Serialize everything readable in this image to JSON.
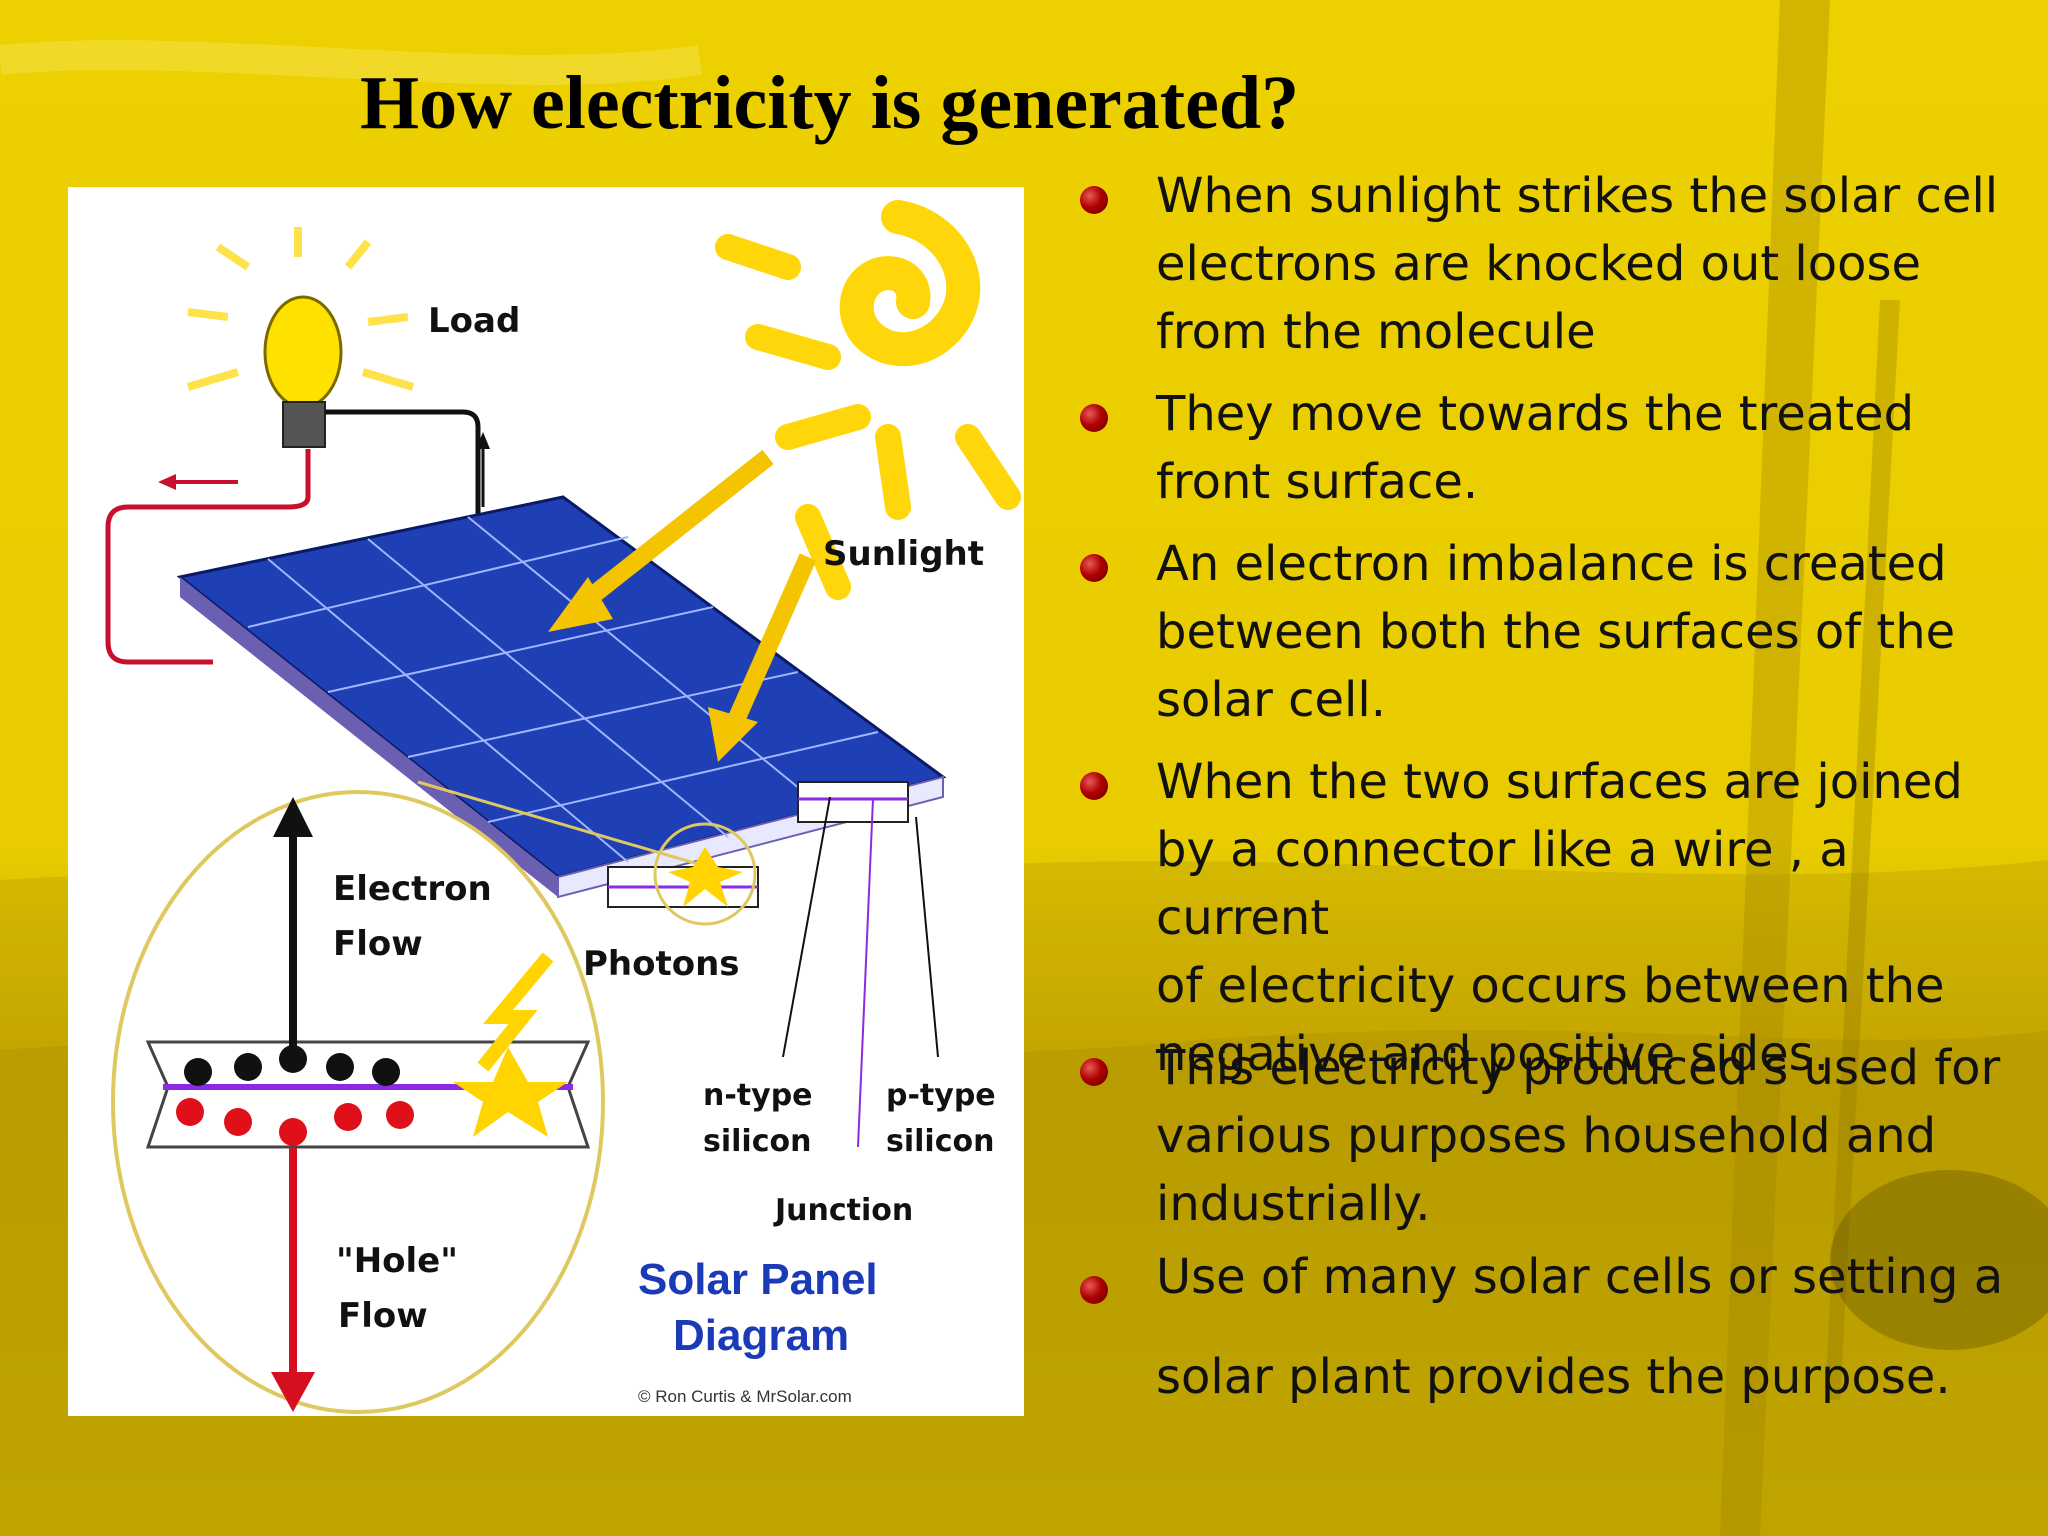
{
  "slide": {
    "title": "How electricity is generated?"
  },
  "diagram": {
    "labels": {
      "load": "Load",
      "sunlight": "Sunlight",
      "electron_flow_1": "Electron",
      "electron_flow_2": "Flow",
      "photons": "Photons",
      "n_type_1": "n-type",
      "n_type_2": "silicon",
      "p_type_1": "p-type",
      "p_type_2": "silicon",
      "junction": "Junction",
      "hole_flow_1": "\"Hole\"",
      "hole_flow_2": "Flow",
      "caption_1": "Solar Panel",
      "caption_2": "Diagram",
      "credit": "© Ron Curtis & MrSolar.com"
    }
  },
  "bullets": [
    {
      "text": "When sunlight strikes the solar cell\nelectrons are knocked out  loose\nfrom the molecule"
    },
    {
      "text": " They move towards the treated\nfront  surface."
    },
    {
      "text": " An electron imbalance is created\nbetween both the surfaces of the\nsolar cell."
    },
    {
      "text": "  When the two surfaces are joined\nby a connector like a wire , a current\nof electricity occurs between the\nnegative and positive sides."
    },
    {
      "text": " This electricity produced s used for\nvarious purposes household and\nindustrially."
    },
    {
      "text": " Use of many solar cells or setting a\n\nsolar plant provides the purpose."
    }
  ]
}
